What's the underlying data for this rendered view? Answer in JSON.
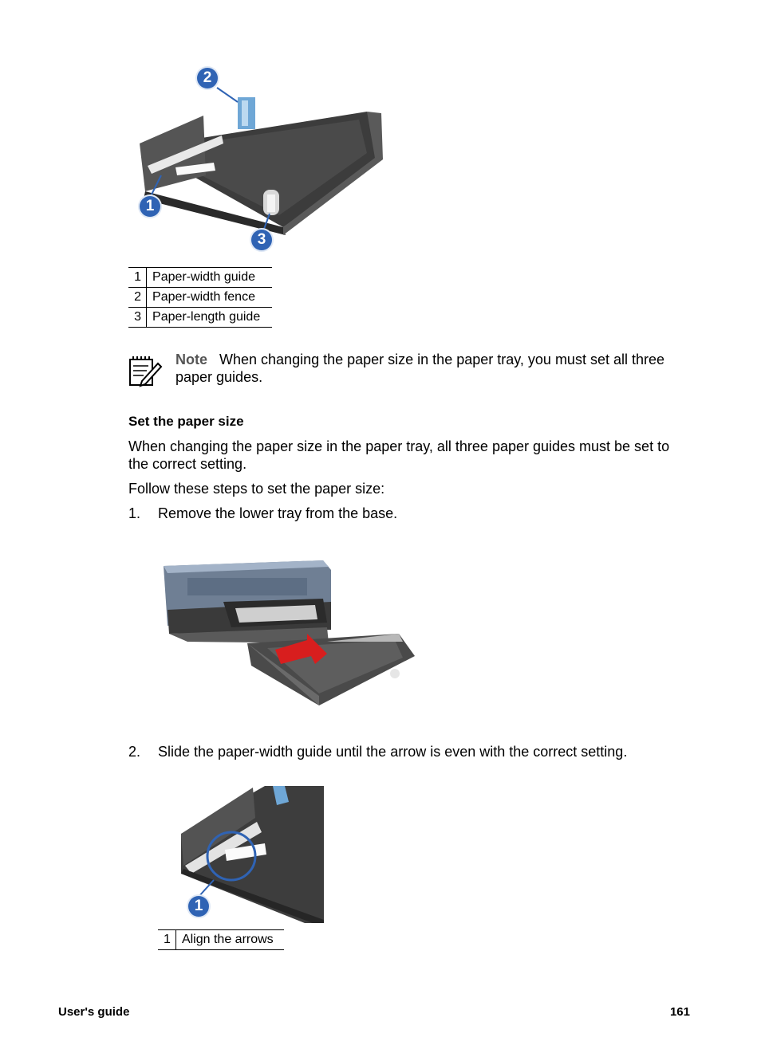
{
  "figure1": {
    "callouts": [
      "1",
      "2",
      "3"
    ]
  },
  "legend1": {
    "rows": [
      {
        "num": "1",
        "label": "Paper-width guide"
      },
      {
        "num": "2",
        "label": "Paper-width fence"
      },
      {
        "num": "3",
        "label": "Paper-length guide"
      }
    ]
  },
  "note": {
    "label": "Note",
    "text": "When changing the paper size in the paper tray, you must set all three paper guides."
  },
  "section": {
    "heading": "Set the paper size",
    "intro": "When changing the paper size in the paper tray, all three paper guides must be set to the correct setting.",
    "follow": "Follow these steps to set the paper size:"
  },
  "steps": [
    {
      "num": "1.",
      "text": "Remove the lower tray from the base."
    },
    {
      "num": "2.",
      "text": "Slide the paper-width guide until the arrow is even with the correct setting."
    }
  ],
  "figure3": {
    "callouts": [
      "1"
    ]
  },
  "legend2": {
    "rows": [
      {
        "num": "1",
        "label": "Align the arrows"
      }
    ]
  },
  "footer": {
    "left": "User's guide",
    "right": "161"
  }
}
